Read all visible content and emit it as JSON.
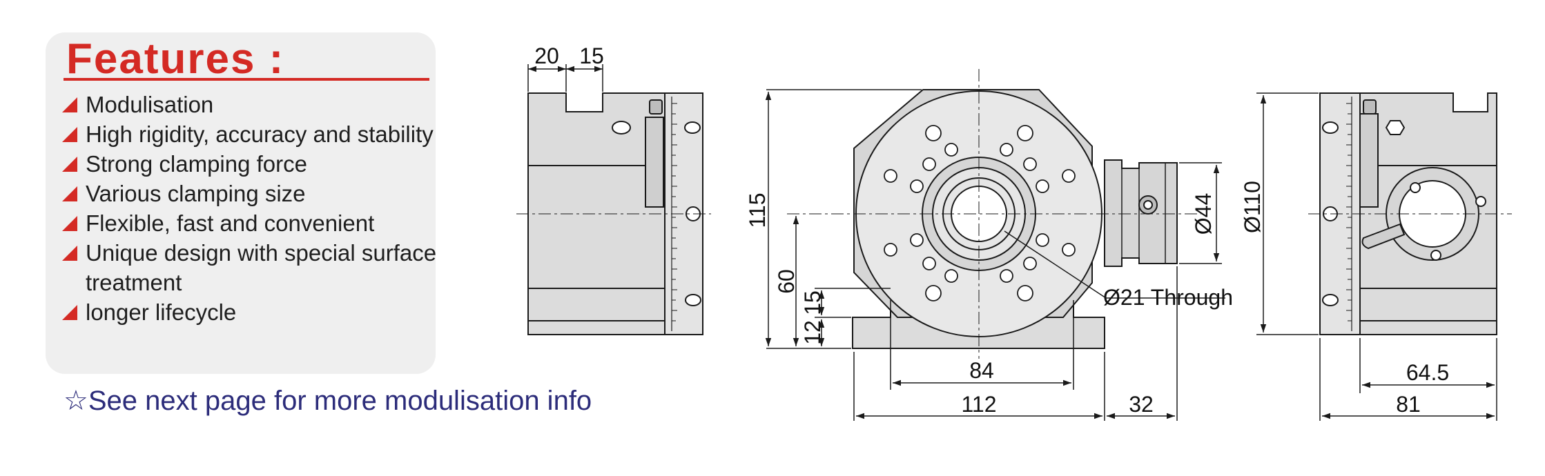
{
  "features": {
    "title": "Features :",
    "items": [
      "Modulisation",
      "High rigidity, accuracy and stability",
      "Strong clamping force",
      "Various clamping size",
      "Flexible, fast and convenient",
      "Unique design with special surface treatment",
      "longer lifecycle"
    ]
  },
  "note": "☆See next page for more modulisation info",
  "dimensions": {
    "left_view": {
      "slot_left": "20",
      "slot_right": "15"
    },
    "front_view": {
      "height_total": "115",
      "height_center": "60",
      "slot_height": "15",
      "base_height": "12",
      "base_slot_spacing": "84",
      "width": "112",
      "side_extension": "32",
      "boss_diameter": "Ø44",
      "through_hole": "Ø21 Through"
    },
    "right_view": {
      "diameter": "Ø110",
      "inner_width": "64.5",
      "outer_width": "81"
    }
  },
  "colors": {
    "accent_red": "#d42a24",
    "note_navy": "#2c2c7a",
    "part_gray": "#d9d9d9",
    "line": "#1a1a1a"
  }
}
